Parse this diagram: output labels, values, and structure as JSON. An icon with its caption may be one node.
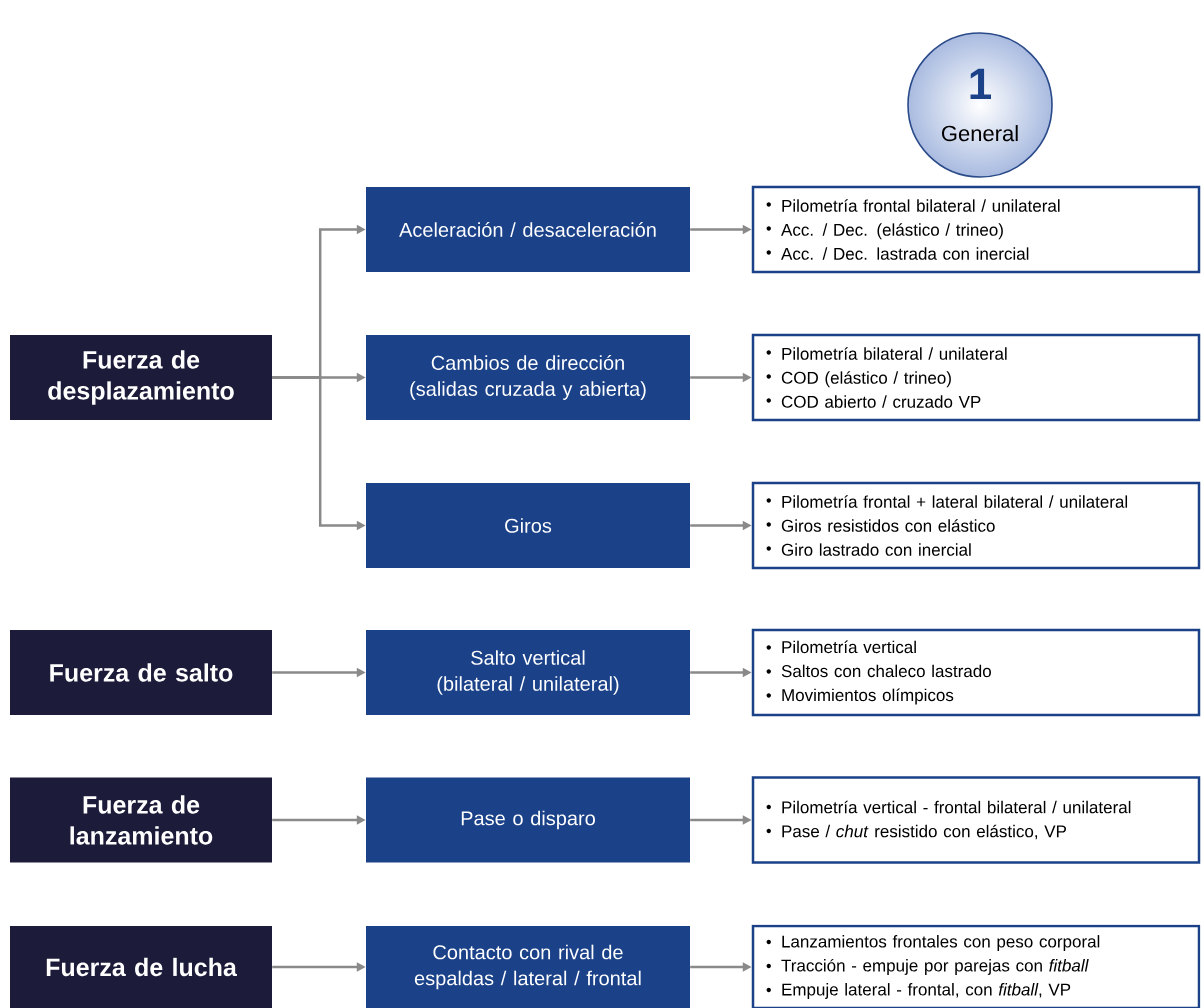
{
  "diagram": {
    "nodes": [
      {
        "text": [
          "1",
          "General"
        ]
      },
      {
        "text": [
          "Fuerza de desplazamiento"
        ]
      },
      {
        "text": [
          "Aceleración / desaceleración"
        ]
      },
      {
        "text": [
          "Pilometría frontal bilateral / unilateral",
          "Acc. / Dec. (elástico / trineo)",
          "Acc. / Dec. lastrada con inercial"
        ]
      },
      {
        "text": [
          "Cambios de dirección (salidas cruzada y abierta)"
        ]
      },
      {
        "text": [
          "Pilometría bilateral / unilateral",
          "COD (elástico / trineo)",
          "COD abierto / cruzado VP"
        ]
      },
      {
        "text": [
          "Giros"
        ]
      },
      {
        "text": [
          "Pilometría frontal + lateral bilateral / unilateral",
          "Giros resistidos con elástico",
          "Giro lastrado con inercial"
        ]
      },
      {
        "text": [
          "Fuerza de salto"
        ]
      },
      {
        "text": [
          "Salto vertical (bilateral / unilateral)"
        ]
      },
      {
        "text": [
          "Pilometría vertical",
          "Saltos con chaleco lastrado",
          "Movimientos olímpicos"
        ]
      },
      {
        "text": [
          "Fuerza de lanzamiento"
        ]
      },
      {
        "text": [
          "Pase o disparo"
        ]
      },
      {
        "text": [
          "Pilometría vertical - frontal bilateral / unilateral",
          "Pase / *chut* resistido con elástico, VP"
        ]
      },
      {
        "text": [
          "Fuerza de lucha"
        ]
      },
      {
        "text": [
          "Contacto con rival de espaldas / lateral / frontal"
        ]
      },
      {
        "text": [
          "Lanzamientos frontales con peso corporal",
          "Tracción - empuje por parejas con *fitball*",
          "Empuje lateral - frontal, con *fitball*, VP"
        ]
      }
    ],
    "edges": [
      {
        "from": 1,
        "to": 2,
        "arrow": "to"
      },
      {
        "from": 1,
        "to": 4,
        "arrow": "to"
      },
      {
        "from": 1,
        "to": 6,
        "arrow": "to"
      },
      {
        "from": 2,
        "to": 3,
        "arrow": "to"
      },
      {
        "from": 4,
        "to": 5,
        "arrow": "to"
      },
      {
        "from": 6,
        "to": 7,
        "arrow": "to"
      },
      {
        "from": 8,
        "to": 9,
        "arrow": "to"
      },
      {
        "from": 9,
        "to": 10,
        "arrow": "to"
      },
      {
        "from": 11,
        "to": 12,
        "arrow": "to"
      },
      {
        "from": 12,
        "to": 13,
        "arrow": "to"
      },
      {
        "from": 14,
        "to": 15,
        "arrow": "to"
      },
      {
        "from": 15,
        "to": 16,
        "arrow": "to"
      }
    ]
  }
}
